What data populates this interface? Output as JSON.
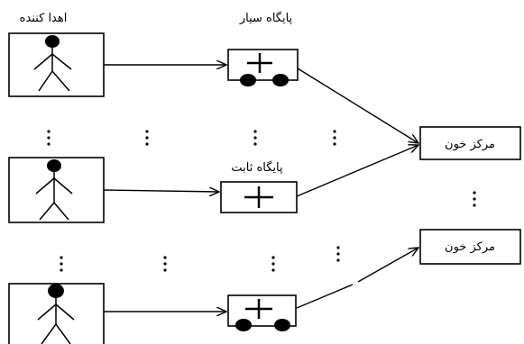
{
  "labels": {
    "donor": "اهدا کننده",
    "mobile_base": "پایگاه سیار",
    "fixed_base": "پایگاه ثابت",
    "blood_center": "مرکز خون"
  },
  "icons": {
    "donor": "stick-figure-icon",
    "mobile_base": "mobile-unit-plus-icon",
    "fixed_base": "fixed-unit-plus-icon"
  },
  "colors": {
    "stroke": "#000000",
    "background": "#ffffff"
  }
}
